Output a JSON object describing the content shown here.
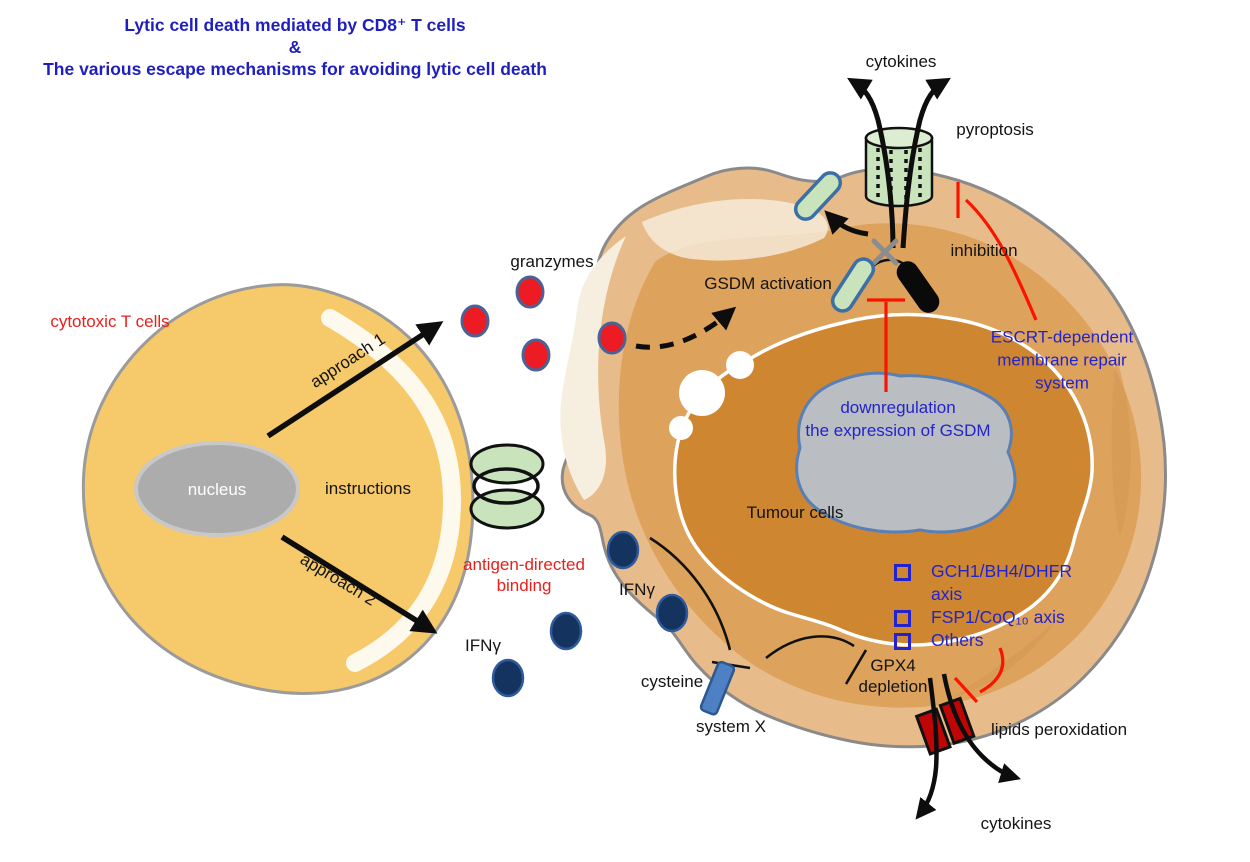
{
  "title": {
    "line1": "Lytic cell death mediated by CD8⁺ T cells",
    "line2": "&",
    "line3": "The various escape mechanisms for avoiding lytic cell death"
  },
  "tcell": {
    "label": "cytotoxic T cells",
    "nucleus": "nucleus",
    "instructions": "instructions",
    "approach1": "approach 1",
    "approach2": "approach 2"
  },
  "binding": {
    "label": "antigen-directed binding"
  },
  "granzymes": {
    "label": "granzymes"
  },
  "ifng": {
    "left": "IFNγ",
    "right": "IFNγ"
  },
  "tumor": {
    "label": "Tumour cells",
    "nucleus_line1": "downregulation",
    "nucleus_line2": "the expression of GSDM"
  },
  "pyroptosis_pathway": {
    "cytokines_top": "cytokines",
    "label": "pyroptosis",
    "inhibition": "inhibition",
    "gsdm_activation": "GSDM activation",
    "escrt": "ESCRT-dependent membrane repair system"
  },
  "ferroptosis_pathway": {
    "cysteine": "cysteine",
    "system_x": "system X",
    "gpx4": "GPX4 depletion",
    "mechanisms": [
      "GCH1/BH4/DHFR axis",
      "FSP1/CoQ₁₀ axis",
      "Others"
    ],
    "lipids": "lipids peroxidation",
    "cytokines_bottom": "cytokines"
  },
  "colors": {
    "title_blue": "#1f1fc0",
    "label_blue": "#2323cd",
    "label_red": "#e8211c",
    "inhibition_red": "#fa1400",
    "tcell_fill": "#f6c96b",
    "tcell_nucleus": "#acacac",
    "tumor_outer": "#e8bc8a",
    "tumor_mid": "#dda25c",
    "tumor_cream": "#f6eede",
    "tumor_inner": "#ce8730",
    "tumor_nucleus_fill": "#babec2",
    "tumor_nucleus_stroke": "#5a7fb5",
    "granzyme_red": "#ec1b24",
    "ifng_navy": "#15335f",
    "pill_green": "#c9e3bc",
    "pore_green": "#c9e3bc",
    "systemx_blue": "#4e81c4",
    "channel_dark_red": "#c00505"
  }
}
